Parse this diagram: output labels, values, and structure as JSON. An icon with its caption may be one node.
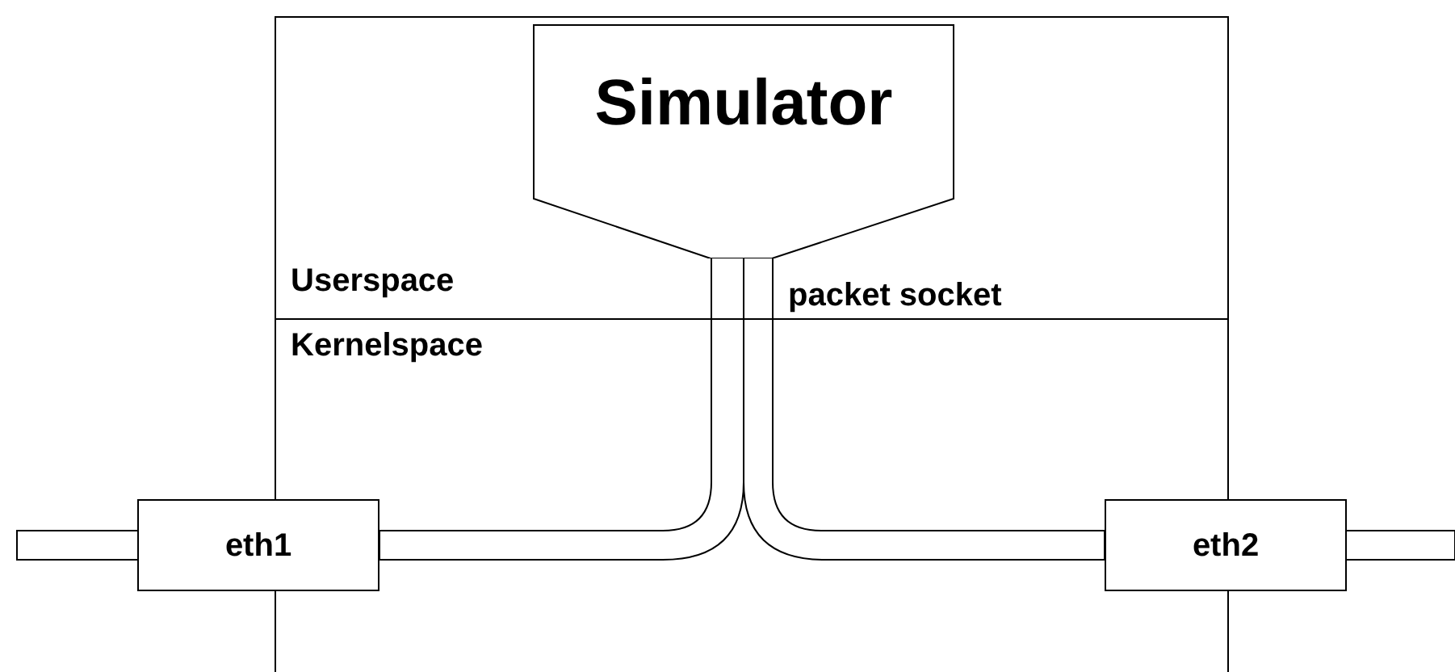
{
  "diagram": {
    "nodes": [
      {
        "text": [
          "Simulator"
        ]
      },
      {
        "text": [
          "eth1"
        ]
      },
      {
        "text": [
          "eth2"
        ]
      }
    ],
    "edges": [
      {
        "from": 0,
        "to": 1,
        "arrow": "none"
      },
      {
        "from": 0,
        "to": 2,
        "arrow": "none"
      },
      {
        "from": null,
        "to": 1,
        "arrow": "none"
      },
      {
        "from": 2,
        "to": null,
        "arrow": "none"
      }
    ],
    "labels": [
      "Userspace",
      "Kernelspace",
      "packet socket"
    ]
  }
}
